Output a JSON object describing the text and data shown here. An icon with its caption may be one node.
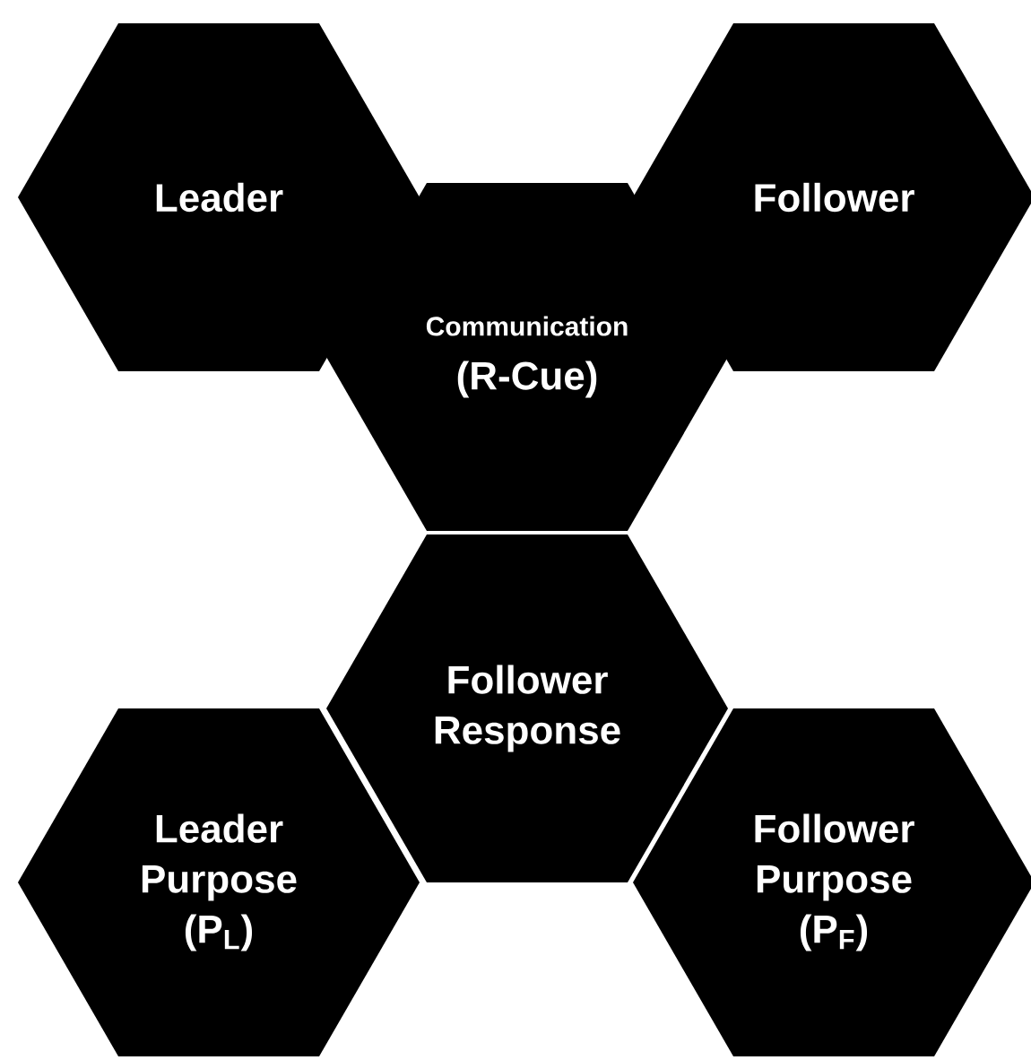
{
  "diagram": {
    "nodes": [
      {
        "text": [
          "Leader"
        ]
      },
      {
        "text": [
          "Follower"
        ]
      },
      {
        "text": [
          "Communication",
          "(R-Cue)"
        ]
      },
      {
        "text": [
          "Follower Response"
        ]
      },
      {
        "text": [
          "Leader Purpose (P$_{L}$)"
        ]
      },
      {
        "text": [
          "Follower Purpose (P$_{F}$)"
        ]
      }
    ]
  }
}
